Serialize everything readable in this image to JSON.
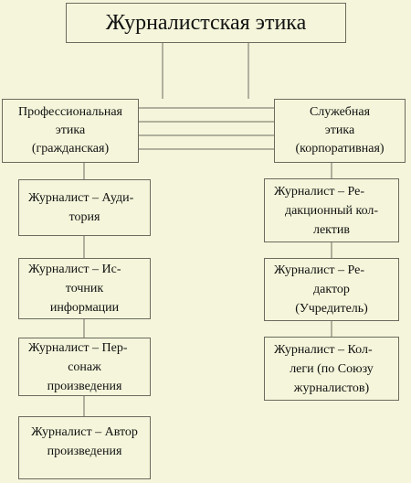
{
  "title": "Журналистская этика",
  "professional": [
    "Профессиональная",
    "этика",
    "(гражданская)"
  ],
  "service": [
    "Служебная",
    "этика",
    "(корпоративная)"
  ],
  "left_items": [
    [
      "Журналист – Ауди-",
      "тория"
    ],
    [
      "Журналист – Ис-",
      "точник",
      "информации"
    ],
    [
      "Журналист – Пер-",
      "сонаж",
      "произведения"
    ],
    [
      "Журналист – Автор",
      "произведения"
    ]
  ],
  "right_items": [
    [
      "Журналист – Ре-",
      "дакционный кол-",
      "лектив"
    ],
    [
      "Журналист – Ре-",
      "дактор",
      "(Учредитель)"
    ],
    [
      "Журналист – Кол-",
      "леги (по Союзу",
      "журналистов)"
    ]
  ],
  "colors": {
    "background": "#f4f5da",
    "border": "#6b6b60"
  }
}
